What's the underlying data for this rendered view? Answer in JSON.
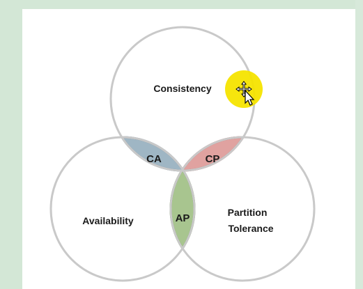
{
  "diagram": {
    "circles": {
      "consistency": {
        "label": "Consistency"
      },
      "availability": {
        "label": "Availability"
      },
      "partition": {
        "label_line1": "Partition",
        "label_line2": "Tolerance"
      }
    },
    "overlaps": {
      "ca": {
        "label": "CA",
        "color": "#9fb6c4",
        "stroke": "#55748a"
      },
      "cp": {
        "label": "CP",
        "color": "#e0a2a0",
        "stroke": "#b04a4d"
      },
      "ap": {
        "label": "AP",
        "color": "#a8c58f",
        "stroke": "#5b8a3a"
      }
    },
    "circle_stroke": "#c9c9c9",
    "cursor_highlight": "#f5e400"
  }
}
